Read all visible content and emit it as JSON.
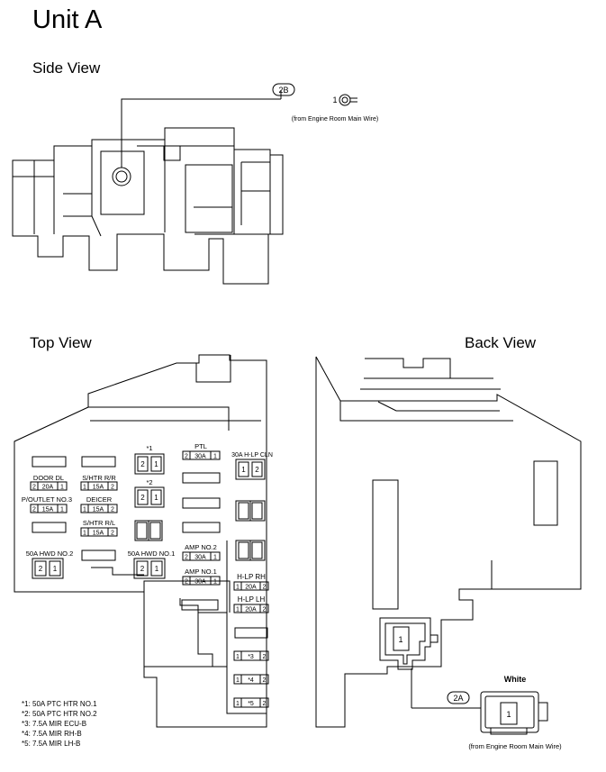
{
  "title": "Unit A",
  "side_view": {
    "heading": "Side View",
    "connector_label": "2B",
    "pin_number": "1",
    "source_note": "(from Engine Room Main Wire)"
  },
  "top_view": {
    "heading": "Top View",
    "fuses": {
      "door_dl": {
        "name": "DOOR DL",
        "cells": [
          "2",
          "20A",
          "1"
        ]
      },
      "shtr_rr": {
        "name": "S/HTR R/R",
        "cells": [
          "1",
          "15A",
          "2"
        ]
      },
      "poutlet3": {
        "name": "P/OUTLET NO.3",
        "cells": [
          "2",
          "15A",
          "1"
        ]
      },
      "deicer": {
        "name": "DEICER",
        "cells": [
          "1",
          "15A",
          "2"
        ]
      },
      "shtr_rl": {
        "name": "S/HTR R/L",
        "cells": [
          "1",
          "15A",
          "2"
        ]
      },
      "hwd2": {
        "name": "50A HWD NO.2",
        "cells": [
          "2",
          "1"
        ]
      },
      "hwd1": {
        "name": "50A HWD NO.1",
        "cells": [
          "2",
          "1"
        ]
      },
      "ptc1": {
        "name": "*1",
        "cells": [
          "2",
          "1"
        ]
      },
      "ptc2": {
        "name": "*2",
        "cells": [
          "2",
          "1"
        ]
      },
      "ptl": {
        "name": "PTL",
        "cells": [
          "2",
          "30A",
          "1"
        ]
      },
      "hlp_cln": {
        "name": "30A H-LP CLN",
        "cells": [
          "1",
          "2"
        ]
      },
      "amp2": {
        "name": "AMP NO.2",
        "cells": [
          "2",
          "30A",
          "1"
        ]
      },
      "amp1": {
        "name": "AMP NO.1",
        "cells": [
          "2",
          "30A",
          "1"
        ]
      },
      "hlp_rh": {
        "name": "H-LP RH",
        "cells": [
          "1",
          "20A",
          "2"
        ]
      },
      "hlp_lh": {
        "name": "H-LP LH",
        "cells": [
          "1",
          "20A",
          "2"
        ]
      },
      "mir3": {
        "cells": [
          "1",
          "*3",
          "2"
        ]
      },
      "mir4": {
        "cells": [
          "1",
          "*4",
          "2"
        ]
      },
      "mir5": {
        "cells": [
          "1",
          "*5",
          "2"
        ]
      }
    },
    "notes": [
      "*1: 50A PTC HTR NO.1",
      "*2: 50A PTC HTR NO.2",
      "*3: 7.5A MIR ECU-B",
      "*4: 7.5A MIR RH-B",
      "*5: 7.5A MIR LH-B"
    ]
  },
  "back_view": {
    "heading": "Back View",
    "connector_label": "2A",
    "connector_pin": "1",
    "color_label": "White",
    "socket_pin": "1",
    "source_note": "(from Engine Room Main Wire)"
  }
}
